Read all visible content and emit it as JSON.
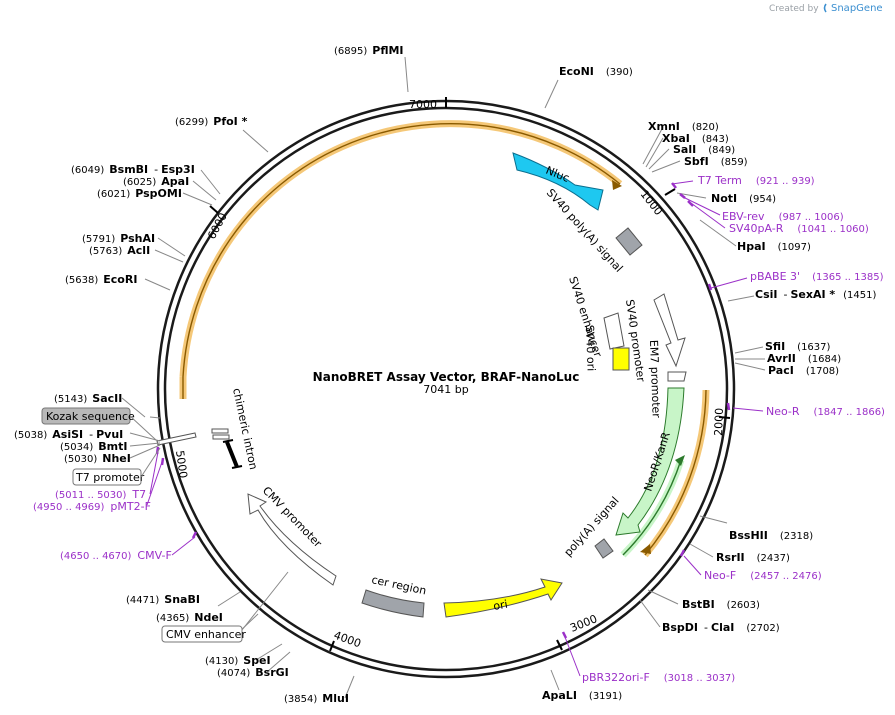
{
  "credit": {
    "prefix": "Created by",
    "brand": "SnapGene"
  },
  "plasmid": {
    "name": "NanoBRET Assay Vector, BRAF-NanoLuc",
    "length": "7041 bp"
  },
  "ticks": [
    "1000",
    "2000",
    "3000",
    "4000",
    "5000",
    "6000",
    "7000"
  ],
  "sites": [
    {
      "name": "PflMI",
      "pos": "(6895)"
    },
    {
      "name": "EcoNI",
      "pos": "(390)"
    },
    {
      "name": "XmnI",
      "pos": "(820)"
    },
    {
      "name": "XbaI",
      "pos": "(843)"
    },
    {
      "name": "SalI",
      "pos": "(849)"
    },
    {
      "name": "SbfI",
      "pos": "(859)"
    },
    {
      "name": "NotI",
      "pos": "(954)"
    },
    {
      "name": "HpaI",
      "pos": "(1097)"
    },
    {
      "name": "CsiI",
      "name2": "SexAI *",
      "pos": "(1451)"
    },
    {
      "name": "SfiI",
      "pos": "(1637)"
    },
    {
      "name": "AvrII",
      "pos": "(1684)"
    },
    {
      "name": "PacI",
      "pos": "(1708)"
    },
    {
      "name": "BssHII",
      "pos": "(2318)"
    },
    {
      "name": "RsrII",
      "pos": "(2437)"
    },
    {
      "name": "BstBI",
      "pos": "(2603)"
    },
    {
      "name": "BspDI",
      "name2": "ClaI",
      "pos": "(2702)"
    },
    {
      "name": "ApaLI",
      "pos": "(3191)"
    },
    {
      "name": "MluI",
      "pos": "(3854)"
    },
    {
      "name": "BsrGI",
      "pos": "(4074)"
    },
    {
      "name": "SpeI",
      "pos": "(4130)"
    },
    {
      "name": "NdeI",
      "pos": "(4365)"
    },
    {
      "name": "SnaBI",
      "pos": "(4471)"
    },
    {
      "name": "NheI",
      "pos": "(5030)"
    },
    {
      "name": "BmtI",
      "pos": "(5034)"
    },
    {
      "name": "AsiSI",
      "name2": "PvuI",
      "pos": "(5038)"
    },
    {
      "name": "SacII",
      "pos": "(5143)"
    },
    {
      "name": "EcoRI",
      "pos": "(5638)"
    },
    {
      "name": "AclI",
      "pos": "(5763)"
    },
    {
      "name": "PshAI",
      "pos": "(5791)"
    },
    {
      "name": "PspOMI",
      "pos": "(6021)"
    },
    {
      "name": "ApaI",
      "pos": "(6025)"
    },
    {
      "name": "BsmBI",
      "name2": "Esp3I",
      "pos": "(6049)"
    },
    {
      "name": "PfoI *",
      "pos": "(6299)"
    }
  ],
  "primers": [
    {
      "name": "T7 Term",
      "range": "(921 .. 939)"
    },
    {
      "name": "EBV-rev",
      "range": "(987 .. 1006)"
    },
    {
      "name": "SV40pA-R",
      "range": "(1041 .. 1060)"
    },
    {
      "name": "pBABE 3'",
      "range": "(1365 .. 1385)"
    },
    {
      "name": "Neo-R",
      "range": "(1847 .. 1866)"
    },
    {
      "name": "Neo-F",
      "range": "(2457 .. 2476)"
    },
    {
      "name": "pBR322ori-F",
      "range": "(3018 .. 3037)"
    },
    {
      "name": "CMV-F",
      "range": "(4650 .. 4670)"
    },
    {
      "name": "pMT2-F",
      "range": "(4950 .. 4969)"
    },
    {
      "name": "T7",
      "range": "(5011 .. 5030)"
    }
  ],
  "boxed": [
    "Kozak sequence",
    "T7 promoter",
    "CMV enhancer"
  ],
  "features": {
    "nluc": "Nluc",
    "sv40_polya": "SV40 poly(A) signal",
    "sv40_enhancer": "SV40 enhancer",
    "sv40_ori": "SV40 ori",
    "sv40_promoter": "SV40 promoter",
    "em7_promoter": "EM7 promoter",
    "neor": "NeoR/KanR",
    "polya": "poly(A) signal",
    "ori": "ori",
    "cer": "cer region",
    "cmv_promoter": "CMV promoter",
    "chimeric_intron": "chimeric intron"
  },
  "colors": {
    "backbone": "#1a1a1a",
    "nluc": "#1ec8f0",
    "ori": "#ffff00",
    "neor": "#c8f5c8",
    "gene_highlight": "#f5c878",
    "grey_feature": "#a0a4aa",
    "primer": "#9b30c8"
  }
}
